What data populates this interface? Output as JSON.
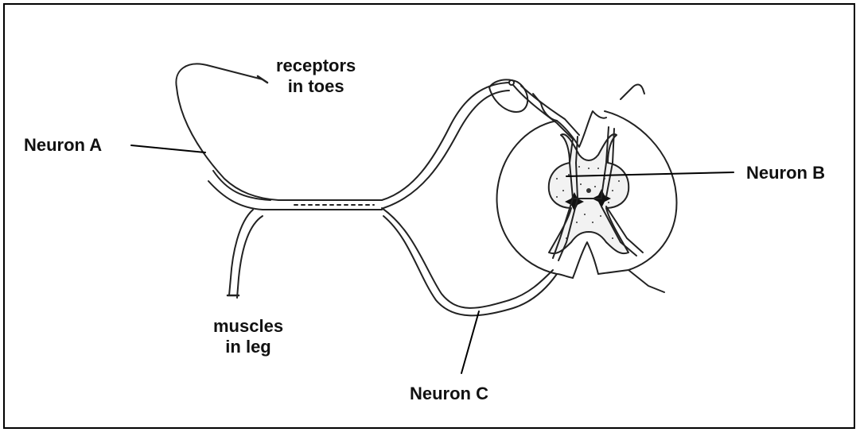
{
  "labels": {
    "receptors": [
      "receptors",
      "in toes"
    ],
    "neuron_a": "Neuron A",
    "neuron_b": "Neuron B",
    "neuron_c": "Neuron C",
    "muscles": [
      "muscles",
      "in leg"
    ]
  }
}
